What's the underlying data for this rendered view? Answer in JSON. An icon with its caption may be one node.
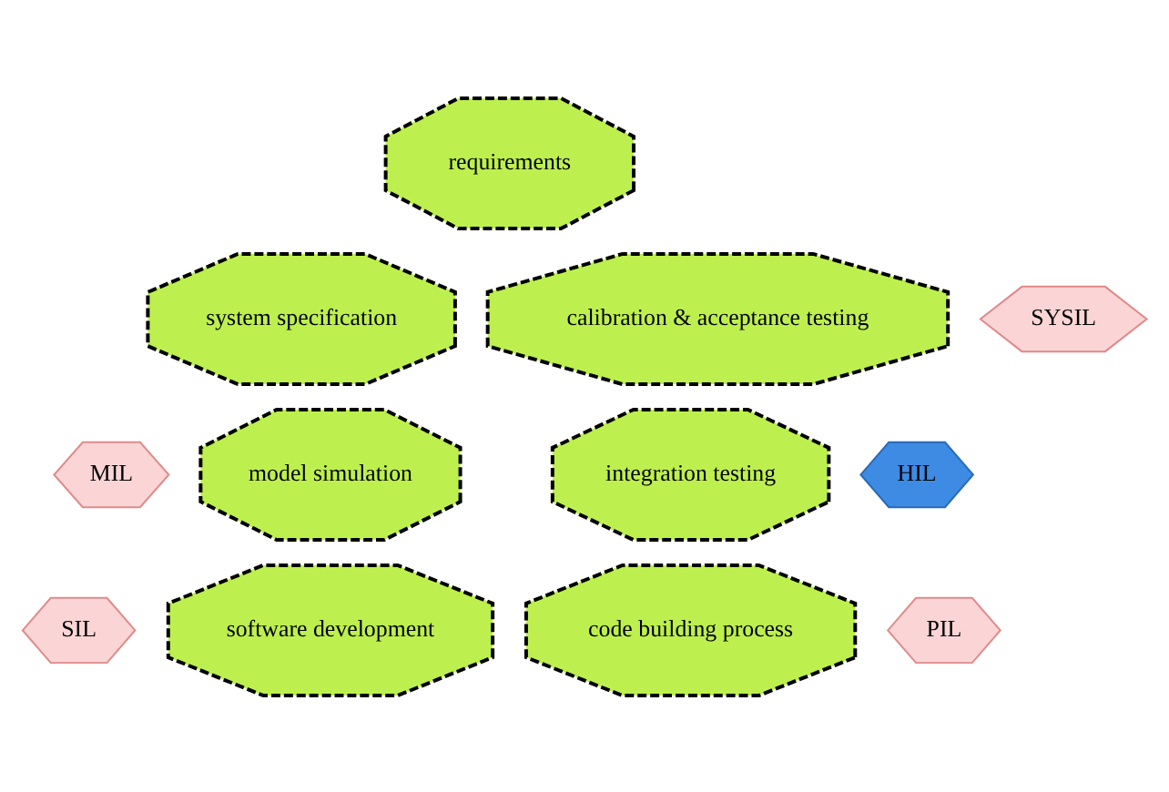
{
  "diagram": {
    "nodes": [
      {
        "text": [
          "requirements"
        ]
      },
      {
        "text": [
          "system specification"
        ]
      },
      {
        "text": [
          "model simulation"
        ]
      },
      {
        "text": [
          "software development"
        ]
      },
      {
        "text": [
          "code building process"
        ]
      },
      {
        "text": [
          "integration testing"
        ]
      },
      {
        "text": [
          "calibration & acceptance testing"
        ]
      },
      {
        "text": [
          "MIL"
        ]
      },
      {
        "text": [
          "SIL"
        ]
      },
      {
        "text": [
          "PIL"
        ]
      },
      {
        "text": [
          "HIL"
        ]
      },
      {
        "text": [
          "SYSIL"
        ]
      }
    ]
  }
}
